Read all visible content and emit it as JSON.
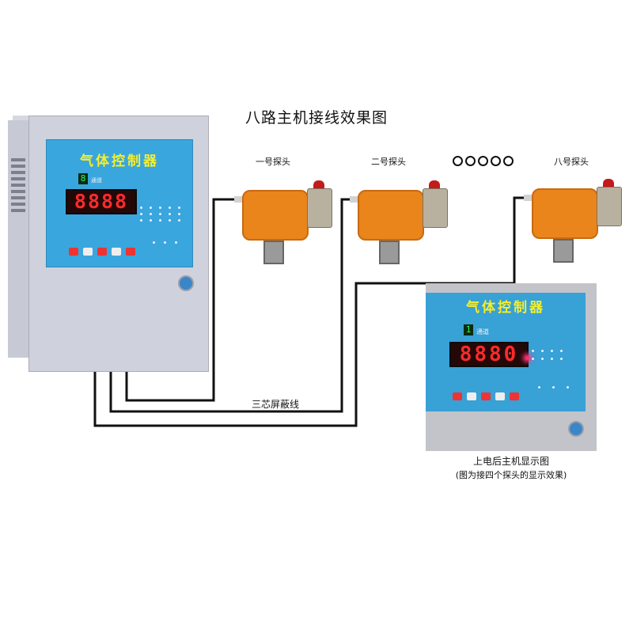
{
  "diagram": {
    "title": "八路主机接线效果图",
    "cable_label": "三芯屏蔽线",
    "ellipsis_count": 5
  },
  "controller": {
    "brand_title": "气体控制器",
    "channel_digit": "8",
    "channel_label": "通道",
    "display_value": "8888"
  },
  "probes": [
    {
      "label": "一号探头"
    },
    {
      "label": "二号探头"
    },
    {
      "label": "八号探头"
    }
  ],
  "display_photo": {
    "brand_title": "气体控制器",
    "channel_digit": "1",
    "channel_label": "通道",
    "display_value": "8880",
    "caption_main": "上电后主机显示图",
    "caption_sub": "(图为接四个探头的显示效果)"
  },
  "colors": {
    "panel_blue": "#3aa6de",
    "title_yellow": "#f6ee2a",
    "led_red": "#ff2a2a",
    "probe_orange": "#e9851b",
    "wire": "#111111"
  }
}
